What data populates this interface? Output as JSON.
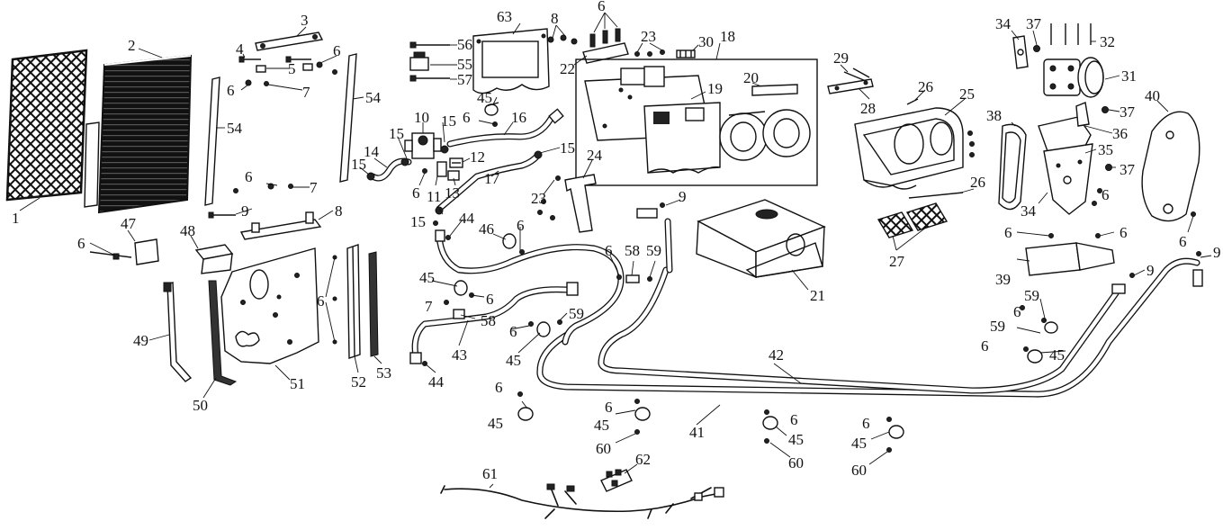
{
  "callout_labels": {
    "l1": "1",
    "l2": "2",
    "l3": "3",
    "l4": "4",
    "l5": "5",
    "l6a": "6",
    "l6b": "6",
    "l6c": "6",
    "l6d": "6",
    "l6e": "6",
    "l6f": "6",
    "l6g": "6",
    "l6h": "6",
    "l6i": "6",
    "l6j": "6",
    "l6k": "6",
    "l6l": "6",
    "l6m": "6",
    "l6n": "6",
    "l6o": "6",
    "l6p": "6",
    "l6q": "6",
    "l6r": "6",
    "l6s": "6",
    "l6t": "6",
    "l6u": "6",
    "l7a": "7",
    "l7b": "7",
    "l7c": "7",
    "l8a": "8",
    "l8b": "8",
    "l9a": "9",
    "l9b": "9",
    "l9c": "9",
    "l9d": "9",
    "l10": "10",
    "l11": "11",
    "l12": "12",
    "l13": "13",
    "l14": "14",
    "l15a": "15",
    "l15b": "15",
    "l15c": "15",
    "l15d": "15",
    "l15e": "15",
    "l16": "16",
    "l17": "17",
    "l18": "18",
    "l19": "19",
    "l20": "20",
    "l21": "21",
    "l22": "22",
    "l23a": "23",
    "l23b": "23",
    "l24": "24",
    "l25": "25",
    "l26a": "26",
    "l26b": "26",
    "l27": "27",
    "l28": "28",
    "l29": "29",
    "l30": "30",
    "l31": "31",
    "l32": "32",
    "l34a": "34",
    "l34b": "34",
    "l35": "35",
    "l36": "36",
    "l37a": "37",
    "l37b": "37",
    "l37c": "37",
    "l38": "38",
    "l39": "39",
    "l40": "40",
    "l41": "41",
    "l42": "42",
    "l43": "43",
    "l44a": "44",
    "l44b": "44",
    "l45a": "45",
    "l45b": "45",
    "l45c": "45",
    "l45d": "45",
    "l45e": "45",
    "l45f": "45",
    "l45g": "45",
    "l46": "46",
    "l47": "47",
    "l48": "48",
    "l49": "49",
    "l50": "50",
    "l51": "51",
    "l52": "52",
    "l53": "53",
    "l54a": "54",
    "l54b": "54",
    "l55": "55",
    "l56": "56",
    "l57": "57",
    "l58a": "58",
    "l58b": "58",
    "l59a": "59",
    "l59b": "59",
    "l59c": "59",
    "l59d": "59",
    "l60a": "60",
    "l60b": "60",
    "l60c": "60",
    "l61": "61",
    "l62": "62",
    "l63": "63"
  }
}
